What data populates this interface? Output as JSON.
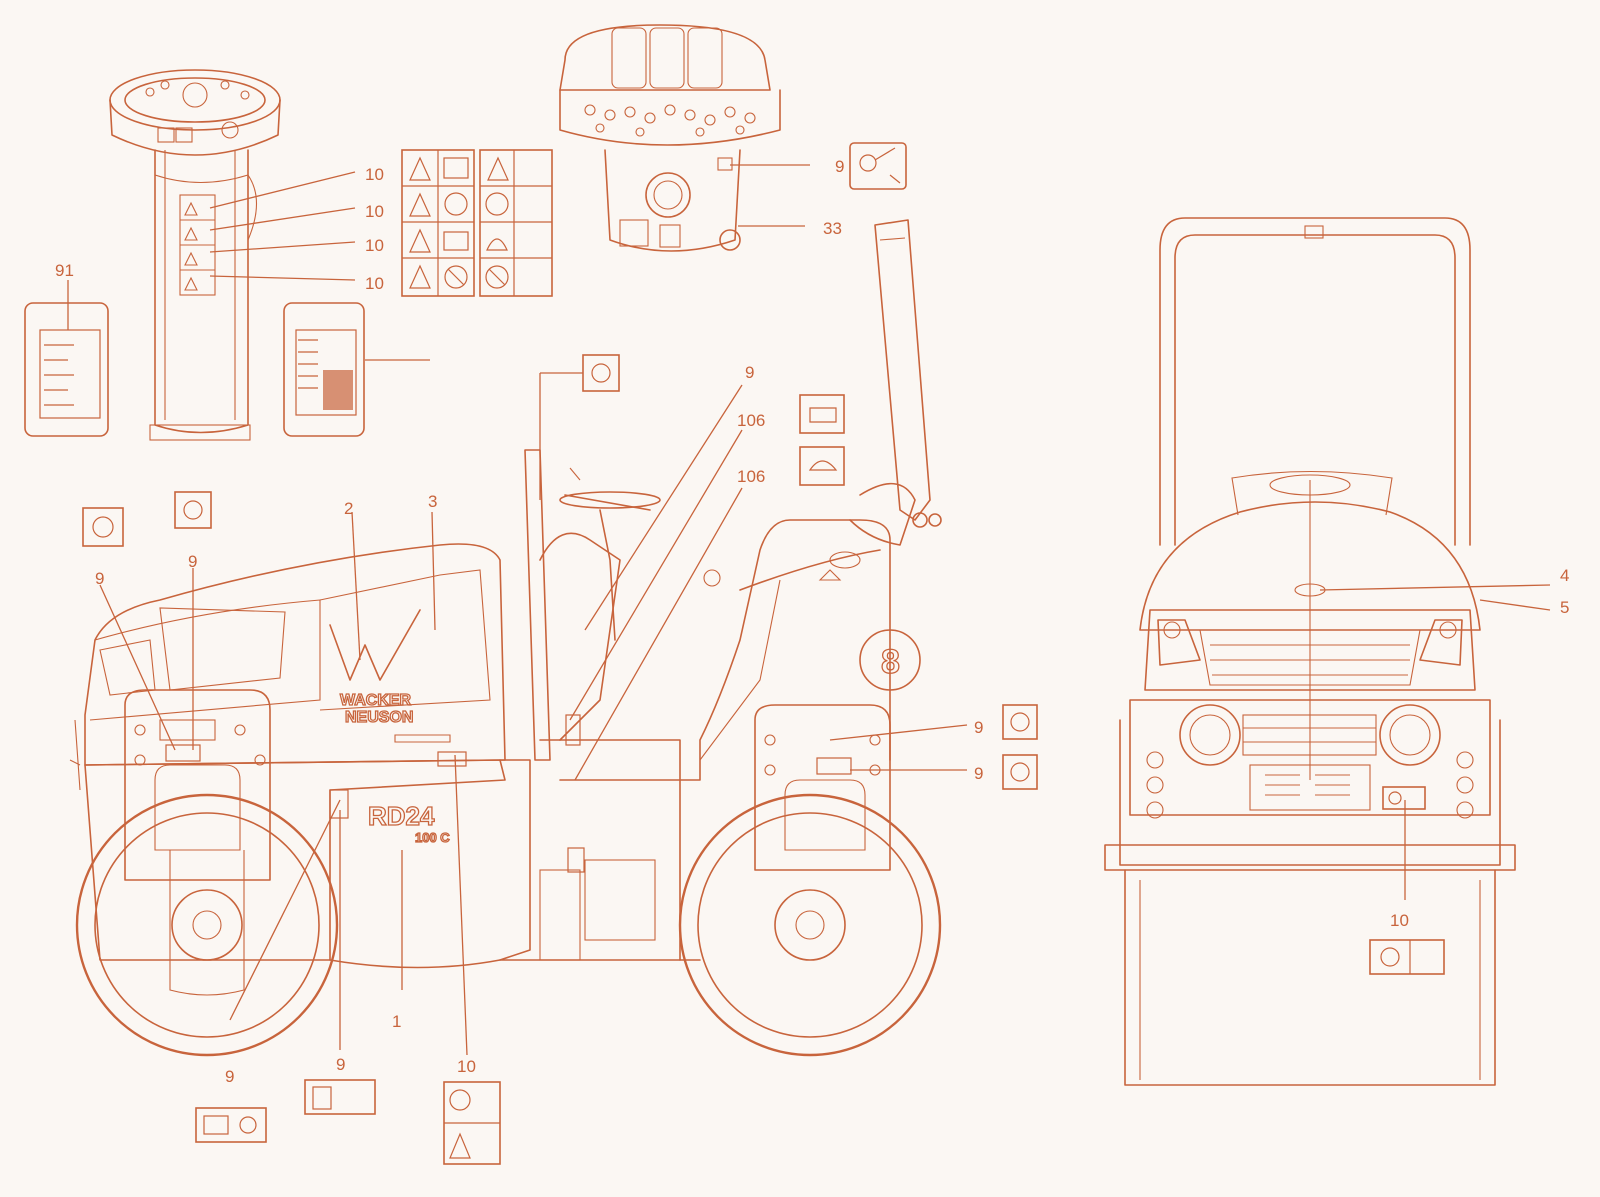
{
  "colors": {
    "line": "#c8643c",
    "background": "#fbf7f3"
  },
  "brand": {
    "line1": "WACKER",
    "line2": "NEUSON",
    "model": "RD24",
    "model_sub": "100 C",
    "drum_number": "8"
  },
  "callouts": [
    {
      "id": "c10a",
      "text": "10"
    },
    {
      "id": "c10b",
      "text": "10"
    },
    {
      "id": "c10c",
      "text": "10"
    },
    {
      "id": "c10d",
      "text": "10"
    },
    {
      "id": "c91",
      "text": "91"
    },
    {
      "id": "c9top",
      "text": "9"
    },
    {
      "id": "c33",
      "text": "33"
    },
    {
      "id": "c9mid",
      "text": "9"
    },
    {
      "id": "c106a",
      "text": "106"
    },
    {
      "id": "c106b",
      "text": "106"
    },
    {
      "id": "c2",
      "text": "2"
    },
    {
      "id": "c3",
      "text": "3"
    },
    {
      "id": "c9l1",
      "text": "9"
    },
    {
      "id": "c9l2",
      "text": "9"
    },
    {
      "id": "c9r1",
      "text": "9"
    },
    {
      "id": "c9r2",
      "text": "9"
    },
    {
      "id": "c1",
      "text": "1"
    },
    {
      "id": "c9b1",
      "text": "9"
    },
    {
      "id": "c9b2",
      "text": "9"
    },
    {
      "id": "c10e",
      "text": "10"
    },
    {
      "id": "c4",
      "text": "4"
    },
    {
      "id": "c5",
      "text": "5"
    },
    {
      "id": "c10f",
      "text": "10"
    }
  ],
  "icons": [
    "warning-triangle-icon",
    "manual-book-icon",
    "hearing-protection-icon",
    "crush-hazard-icon",
    "no-entry-icon",
    "key-switch-icon",
    "fuel-pump-icon",
    "stop-icon",
    "ignition-key-icon",
    "oil-can-icon"
  ]
}
